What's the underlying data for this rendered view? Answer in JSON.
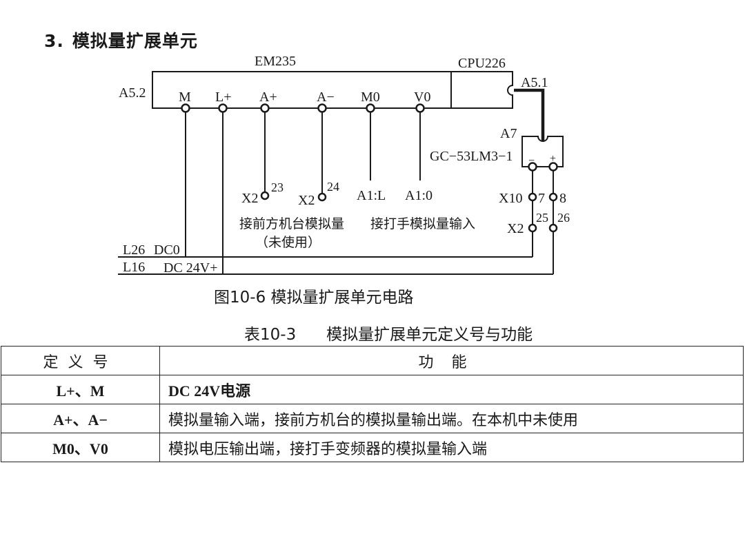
{
  "heading": {
    "number": "3.",
    "title": "模拟量扩展单元"
  },
  "diagram": {
    "module_em": "EM235",
    "module_cpu": "CPU226",
    "label_a52": "A5.2",
    "label_a51": "A5.1",
    "label_a7": "A7",
    "device_a7": "GC−53LM3−1",
    "a7_minus": "−",
    "a7_plus": "+",
    "terminals": [
      "M",
      "L+",
      "A+",
      "A−",
      "M0",
      "V0"
    ],
    "x2_23": {
      "prefix": "X2",
      "num": "23"
    },
    "x2_24": {
      "prefix": "X2",
      "num": "24"
    },
    "a1_l": "A1:L",
    "a1_0": "A1:0",
    "note_front": "接前方机台模拟量",
    "note_unused": "（未使用）",
    "note_hand": "接打手模拟量输入",
    "x10": {
      "prefix": "X10",
      "n7": "7",
      "n8": "8"
    },
    "x2_right": {
      "prefix": "X2",
      "n25": "25",
      "n26": "26"
    },
    "bus_l26": "L26",
    "bus_dc0": "DC0",
    "bus_l16": "L16",
    "bus_dc24": "DC 24V+"
  },
  "figure_caption": "图10-6  模拟量扩展单元电路",
  "table_caption": "表10-3      模拟量扩展单元定义号与功能",
  "table": {
    "headers": [
      "定义号",
      "功能"
    ],
    "rows": [
      {
        "code": "L+、M",
        "function": "DC 24V电源"
      },
      {
        "code": "A+、A−",
        "function": "模拟量输入端，接前方机台的模拟量输出端。在本机中未使用"
      },
      {
        "code": "M0、V0",
        "function": "模拟电压输出端，接打手变频器的模拟量输入端"
      }
    ]
  }
}
